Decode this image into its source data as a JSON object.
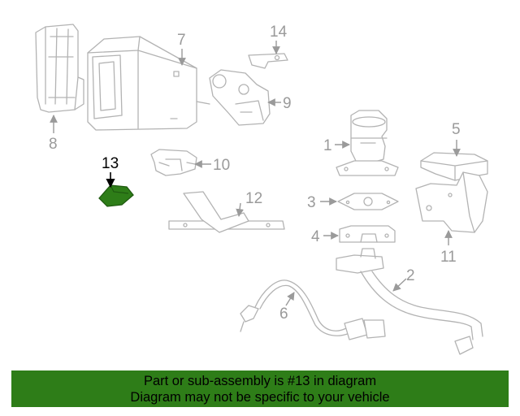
{
  "diagram": {
    "highlighted_part": "13",
    "highlight_color": "#2e7d18",
    "labels": {
      "p1": "1",
      "p2": "2",
      "p3": "3",
      "p4": "4",
      "p5": "5",
      "p6": "6",
      "p7": "7",
      "p8": "8",
      "p9": "9",
      "p10": "10",
      "p11": "11",
      "p12": "12",
      "p13": "13",
      "p14": "14"
    }
  },
  "banner": {
    "line1": "Part or sub-assembly is #13 in diagram",
    "line2": "Diagram may not be specific to your vehicle",
    "background": "#2e7d18"
  }
}
